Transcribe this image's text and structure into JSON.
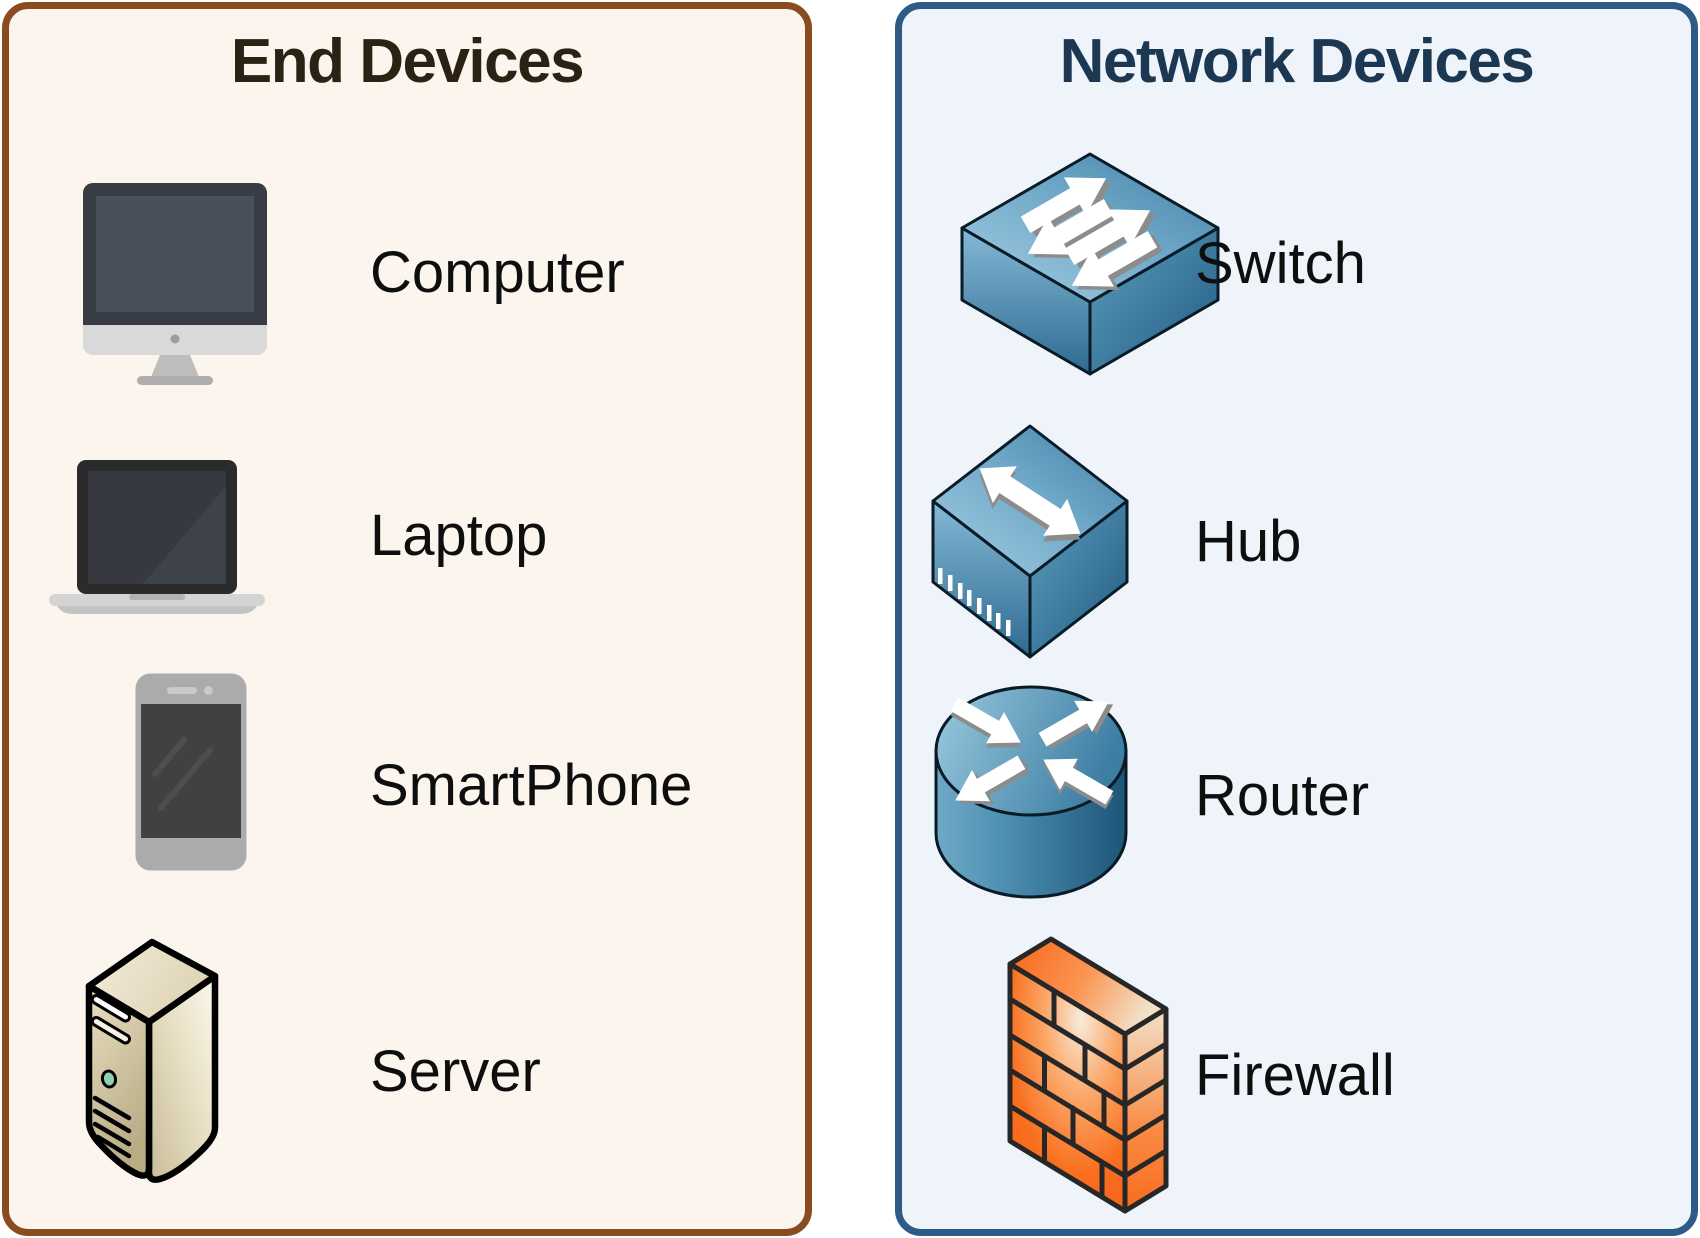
{
  "page": {
    "background": "#FFFFFF"
  },
  "panels": {
    "end_devices": {
      "title": "End Devices",
      "title_color": "#2B2213",
      "border_color": "#8A4B1E",
      "background": "#FCF5EE",
      "items": [
        {
          "label": "Computer",
          "icon": "computer-icon"
        },
        {
          "label": "Laptop",
          "icon": "laptop-icon"
        },
        {
          "label": "SmartPhone",
          "icon": "smartphone-icon"
        },
        {
          "label": "Server",
          "icon": "server-icon"
        }
      ]
    },
    "network_devices": {
      "title": "Network Devices",
      "title_color": "#1C3751",
      "border_color": "#2D5B85",
      "background": "#EEF4FA",
      "items": [
        {
          "label": "Switch",
          "icon": "switch-icon"
        },
        {
          "label": "Hub",
          "icon": "hub-icon"
        },
        {
          "label": "Router",
          "icon": "router-icon"
        },
        {
          "label": "Firewall",
          "icon": "firewall-icon"
        }
      ]
    }
  },
  "label_color": "#0E0E0E",
  "device_colors": {
    "network_blue_light": "#A6CFE4",
    "network_blue_dark": "#1F5A80",
    "firewall_orange": "#F7611B",
    "server_beige": "#E8DFC2",
    "arrow_white": "#FFFFFF",
    "arrow_shadow": "#8C8C8C"
  }
}
